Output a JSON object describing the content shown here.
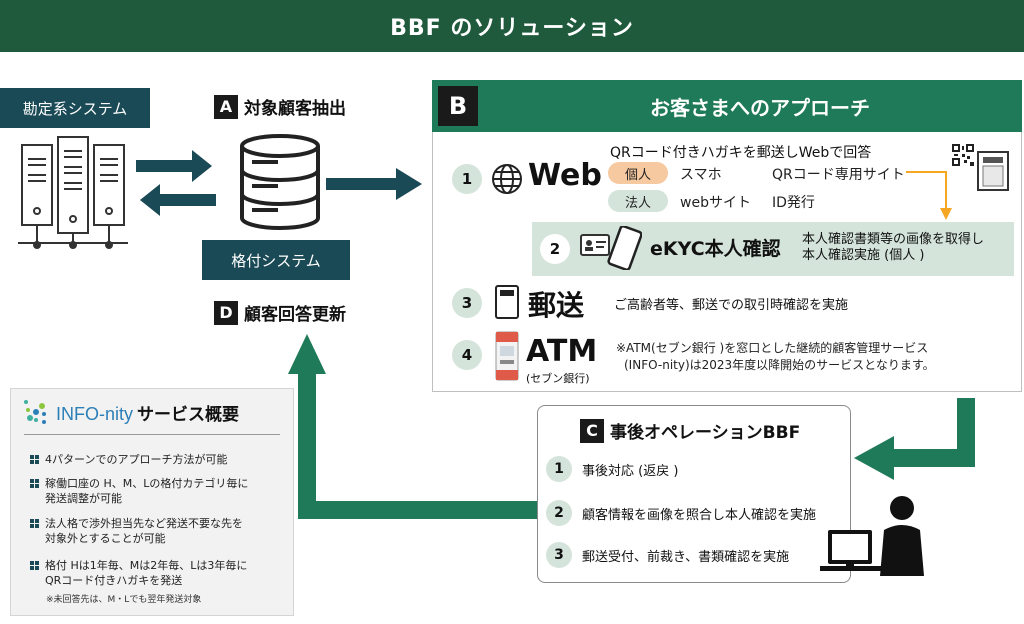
{
  "header": {
    "title": "BBF のソリューション"
  },
  "left": {
    "kanjo_system": "勘定系システム",
    "kakuzuke_system": "格付システム"
  },
  "step_a": {
    "badge": "A",
    "label": "対象顧客抽出"
  },
  "step_d": {
    "badge": "D",
    "label": "顧客回答更新"
  },
  "panel_b": {
    "badge": "B",
    "title": "お客さまへのアプローチ",
    "web": {
      "num": "1",
      "label": "Web",
      "description": "QRコード付きハガキを郵送しWebで回答",
      "individual_tag": "個人",
      "individual_value": "スマホ",
      "individual_extra": "QRコード専用サイト",
      "corporate_tag": "法人",
      "corporate_value": "webサイト",
      "corporate_extra": "ID発行"
    },
    "ekyc": {
      "num": "2",
      "label": "eKYC本人確認",
      "desc_line1": "本人確認書類等の画像を取得し",
      "desc_line2": "本人確認実施 (個人 )"
    },
    "mail": {
      "num": "3",
      "label": "郵送",
      "description": "ご高齢者等、郵送での取引時確認を実施"
    },
    "atm": {
      "num": "4",
      "label": "ATM",
      "sublabel": "(セブン銀行)",
      "note_line1": "※ATM(セブン銀行 )を窓口とした継続的顧客管理サービス",
      "note_line2": "(INFO-nity)は2023年度以降開始のサービスとなります。"
    }
  },
  "panel_c": {
    "badge": "C",
    "title": "事後オペレーションBBF",
    "items": [
      {
        "num": "1",
        "text": "事後対応 (返戻 )"
      },
      {
        "num": "2",
        "text": "顧客情報を画像を照合し本人確認を実施"
      },
      {
        "num": "3",
        "text": "郵送受付、前裁き、書類確認を実施"
      }
    ]
  },
  "info_box": {
    "logo_text": "INFO-nity",
    "title_suffix": "サービス概要",
    "items": [
      {
        "line1": "4パターンでのアプローチ方法が可能",
        "line2": ""
      },
      {
        "line1": "稼働口座の H、M、Lの格付カテゴリ毎に",
        "line2": "発送調整が可能"
      },
      {
        "line1": "法人格で渉外担当先など発送不要な先を",
        "line2": "対象外とすることが可能"
      },
      {
        "line1": "格付 Hは1年毎、Mは2年毎、Lは3年毎に",
        "line2": "QRコード付きハガキを発送"
      }
    ],
    "footnote": "※未回答先は、M・Lでも翌年発送対象"
  },
  "colors": {
    "header_green": "#1f5a3c",
    "accent_green": "#1f7a59",
    "teal": "#1b4a57",
    "arrow_green": "#1f7a59",
    "orange": "#f5a623",
    "pill_individual": "#f7c9a0",
    "pill_corporate": "#d4e4da"
  },
  "icons": [
    "server-icon",
    "database-icon",
    "globe-icon",
    "id-card-icon",
    "smartphone-icon",
    "envelope-icon",
    "atm-icon",
    "qr-code-icon",
    "postcard-icon",
    "operator-icon"
  ]
}
